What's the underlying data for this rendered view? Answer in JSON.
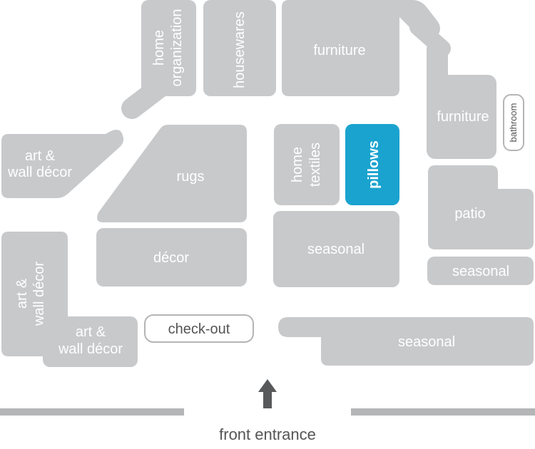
{
  "map": {
    "departments": {
      "home_organization": [
        "home",
        "organization"
      ],
      "housewares": "housewares",
      "furniture_top": "furniture",
      "furniture_right": "furniture",
      "bathroom": "bathroom",
      "art_wall_decor_upper": [
        "art &",
        "wall décor"
      ],
      "rugs": "rugs",
      "home_textiles": [
        "home",
        "textiles"
      ],
      "pillows": "pillows",
      "patio": "patio",
      "decor": "décor",
      "seasonal_center": "seasonal",
      "seasonal_right": "seasonal",
      "seasonal_bottom": "seasonal",
      "art_wall_decor_vertical": [
        "art &",
        "wall décor"
      ],
      "art_wall_decor_lower": [
        "art &",
        "wall décor"
      ],
      "checkout": "check-out"
    },
    "entrance_label": "front entrance",
    "highlighted": "pillows",
    "colors": {
      "department": "#c8c9cb",
      "highlight": "#1aa3cf",
      "label": "#ffffff",
      "outline_text": "#555555"
    }
  }
}
